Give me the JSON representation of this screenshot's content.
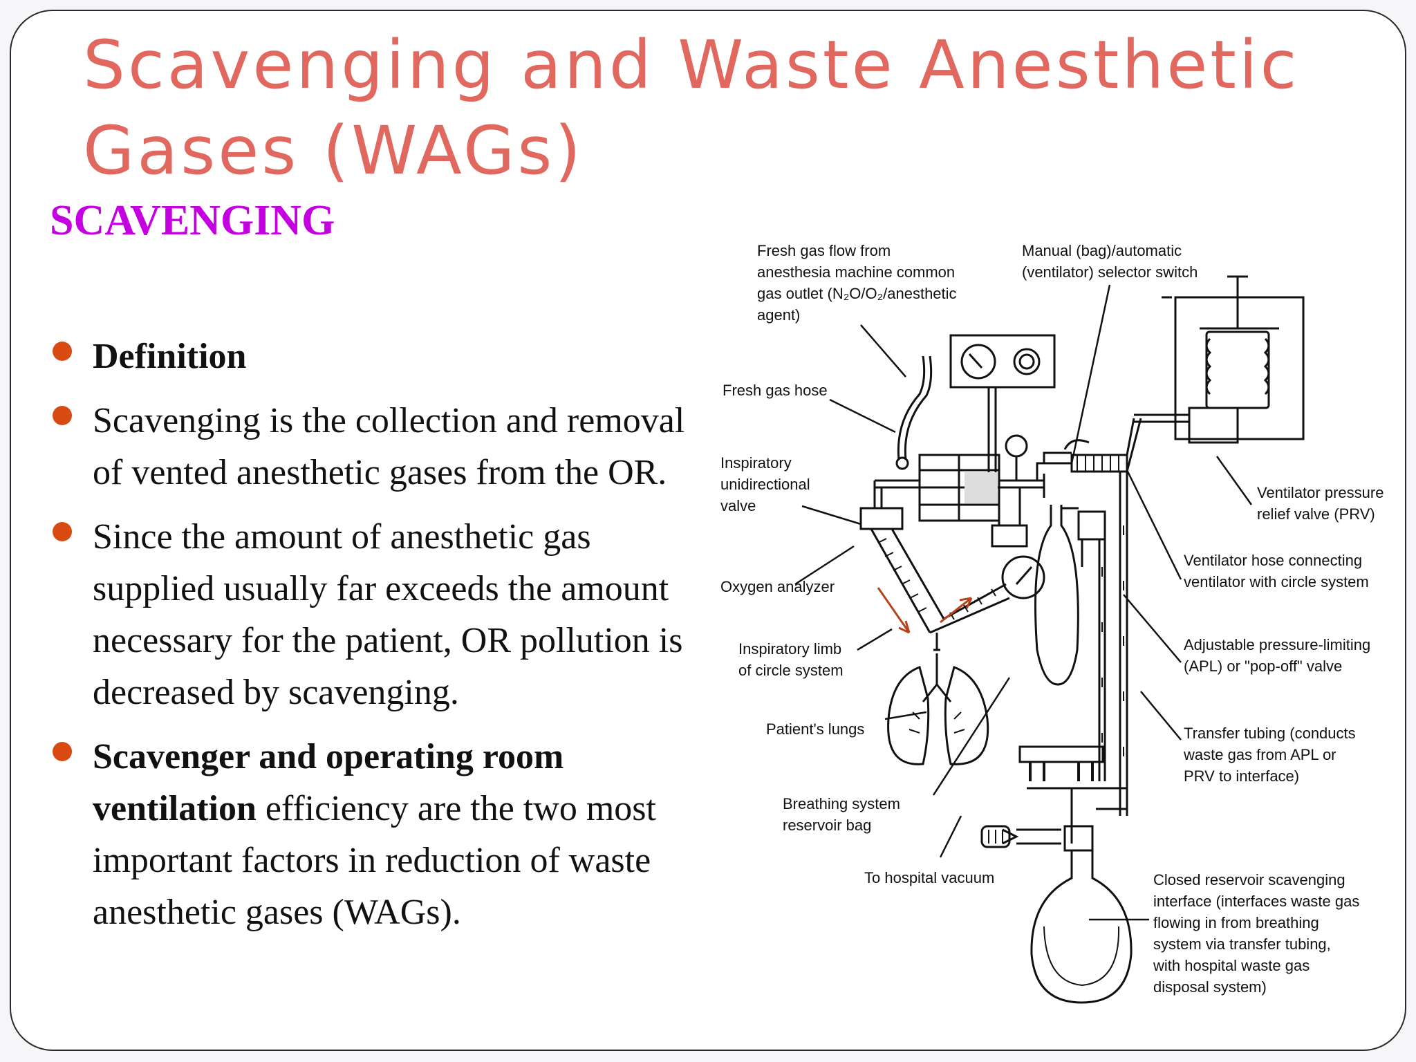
{
  "title": "Scavenging and Waste Anesthetic Gases (WAGs)",
  "subtitle": "SCAVENGING",
  "bullets": [
    {
      "text": "Definition"
    },
    {
      "text": " Scavenging is the collection and removal of vented anesthetic gases from the OR."
    },
    {
      "text": " Since the amount of anesthetic gas supplied usually far exceeds the amount necessary for the patient, OR pollution is decreased by scavenging."
    },
    {
      "bold": "Scavenger and operating room ventilation",
      "rest": " efficiency are the two most important factors in reduction of waste anesthetic gases (WAGs)."
    }
  ],
  "diagram": {
    "fresh_gas_flow": [
      "Fresh gas flow from",
      "anesthesia machine common",
      "gas outlet (N₂O/O₂/anesthetic",
      "agent)"
    ],
    "selector_switch": [
      "Manual (bag)/automatic",
      "(ventilator) selector switch"
    ],
    "fresh_gas_hose": "Fresh gas hose",
    "inspiratory_valve": [
      "Inspiratory",
      "unidirectional",
      "valve"
    ],
    "oxygen_analyzer": "Oxygen analyzer",
    "inspiratory_limb": [
      "Inspiratory limb",
      "of circle system"
    ],
    "patients_lungs": "Patient's lungs",
    "reservoir_bag": [
      "Breathing system",
      "reservoir bag"
    ],
    "hospital_vacuum": "To hospital vacuum",
    "ventilator_prv": [
      "Ventilator pressure",
      "relief valve (PRV)"
    ],
    "ventilator_hose": [
      "Ventilator hose connecting",
      "ventilator with circle system"
    ],
    "apl_valve": [
      "Adjustable pressure-limiting",
      "(APL) or \"pop-off\" valve"
    ],
    "transfer_tubing": [
      "Transfer tubing (conducts",
      "waste gas from APL or",
      "PRV to interface)"
    ],
    "closed_interface": [
      "Closed reservoir scavenging",
      "interface (interfaces waste gas",
      "flowing in from breathing",
      "system via transfer tubing,",
      "with hospital waste gas",
      "disposal system)"
    ]
  }
}
